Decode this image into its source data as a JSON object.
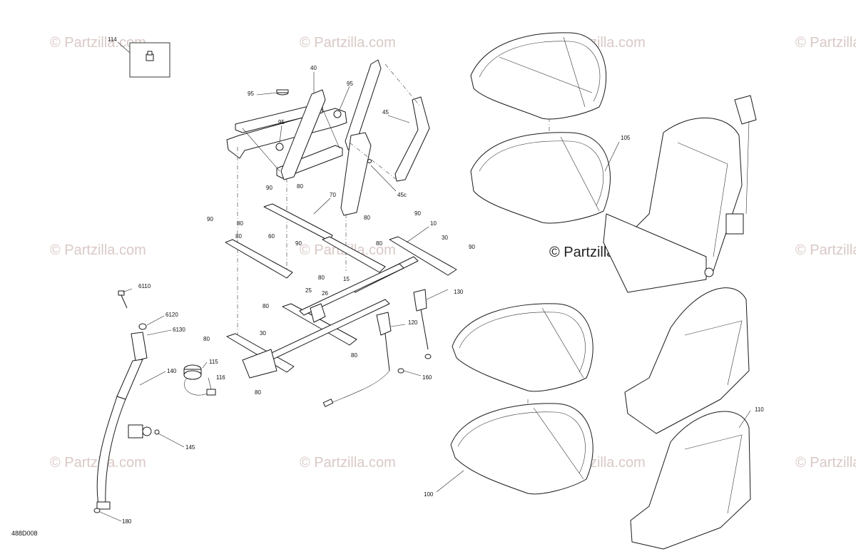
{
  "watermark_text": "© Partzilla.com",
  "center_brand_text": "© Partzilla.com",
  "diagram_code": "488D008",
  "callouts": [
    "114",
    "40",
    "95",
    "95",
    "95",
    "45",
    "45c",
    "90",
    "80",
    "70",
    "90",
    "80",
    "60",
    "80",
    "90",
    "10",
    "30",
    "90",
    "90",
    "80",
    "80",
    "15",
    "80",
    "25",
    "26",
    "80",
    "130",
    "120",
    "30",
    "80",
    "80",
    "80",
    "160",
    "6110",
    "6120",
    "6130",
    "140",
    "115",
    "116",
    "145",
    "180",
    "105",
    "110",
    "100"
  ]
}
